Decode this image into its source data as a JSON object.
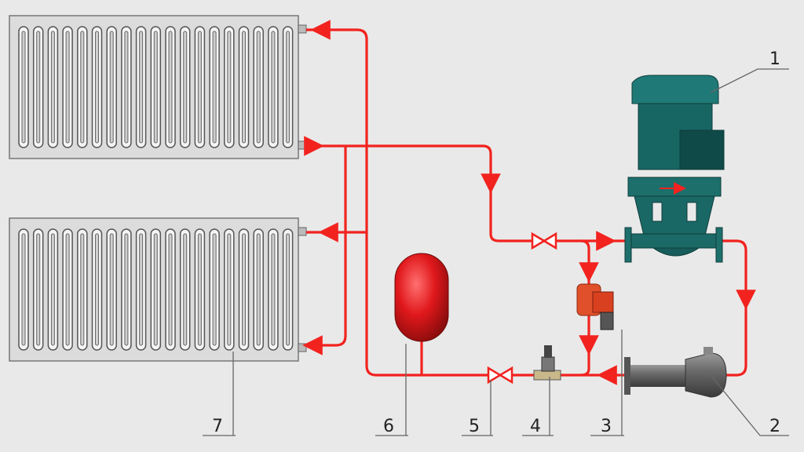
{
  "labels": {
    "pump_main": "1",
    "pump_secondary": "2",
    "circulator": "3",
    "solenoid_valve": "4",
    "ball_valve": "5",
    "expansion_tank": "6",
    "radiator": "7"
  },
  "colors": {
    "pipe": "#f2231f",
    "pump": "#1d6f6c",
    "tank": "#d8181c",
    "radiator": "#d9d9d9",
    "background": "#e9e9e9"
  }
}
